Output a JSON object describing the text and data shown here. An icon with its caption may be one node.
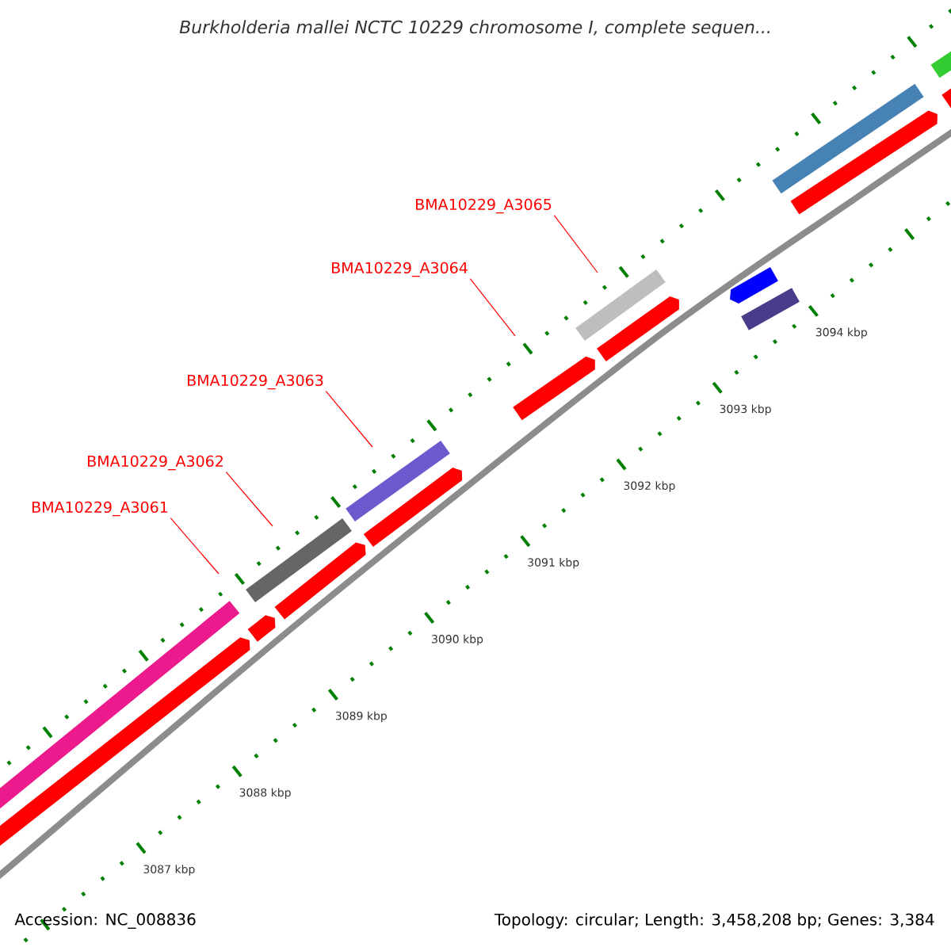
{
  "diagram": {
    "title": "Burkholderia mallei NCTC 10229 chromosome I, complete sequen...",
    "nodes": [
      {
        "text": [
          "BMA10229_A3061"
        ]
      },
      {
        "text": [
          "BMA10229_A3062"
        ]
      },
      {
        "text": [
          "BMA10229_A3063"
        ]
      },
      {
        "text": [
          "BMA10229_A3064"
        ]
      },
      {
        "text": [
          "BMA10229_A3065"
        ]
      }
    ],
    "edges": [
      {
        "from": 0,
        "to": null,
        "arrow": "none"
      },
      {
        "from": 1,
        "to": null,
        "arrow": "none"
      },
      {
        "from": 2,
        "to": null,
        "arrow": "none"
      },
      {
        "from": 3,
        "to": null,
        "arrow": "none"
      },
      {
        "from": 4,
        "to": null,
        "arrow": "none"
      }
    ],
    "labels": [
      "3087 kbp",
      "3088 kbp",
      "3089 kbp",
      "3090 kbp",
      "3091 kbp",
      "3092 kbp",
      "3093 kbp",
      "3094 kbp",
      "Accession: NC_008836",
      "Topology: circular; Length: 3,458,208 bp; Genes: 3,384"
    ]
  }
}
